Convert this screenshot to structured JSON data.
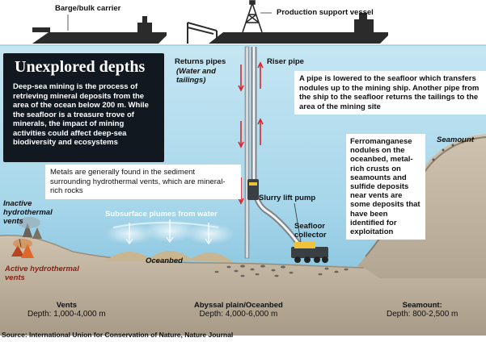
{
  "labels": {
    "barge": "Barge/bulk carrier",
    "vessel": "Production support vessel",
    "returns_pipe": "Returns pipes",
    "returns_pipe_sub": "(Water and tailings)",
    "riser_pipe": "Riser pipe",
    "seamount": "Seamount",
    "inactive_vents": "Inactive hydrothermal vents",
    "active_vents": "Active hydrothermal vents",
    "plumes": "Subsurface plumes from water",
    "slurry_pump": "Slurry lift pump",
    "collector": "Seafloor collector",
    "oceanbed": "Oceanbed"
  },
  "title_panel": {
    "heading": "Unexplored depths",
    "body": "Deep-sea mining is the process of retrieving mineral deposits from the area of the ocean below 200 m. While the seafloor is a treasure trove of minerals, the impact of mining activities could affect deep-sea biodiversity and ecosystems"
  },
  "callouts": {
    "pipe": "A pipe is lowered to the seafloor which transfers nodules up to the mining ship. Another pipe from the ship to the seafloor returns the tailings to the area of the mining site",
    "metals": "Metals are generally found in the sediment surrounding hydrothermal vents, which are mineral-rich rocks",
    "ferro": "Ferromanganese nodules on the oceanbed, metal-rich crusts on seamounts and sulfide deposits near vents are some deposits that have been identified for exploitation"
  },
  "zones": [
    {
      "name": "Vents",
      "depth": "Depth: 1,000-4,000 m"
    },
    {
      "name": "Abyssal plain/Oceanbed",
      "depth": "Depth: 4,000-6,000 m"
    },
    {
      "name": "Seamount:",
      "depth": "Depth: 800-2,500 m"
    }
  ],
  "source": "Source: International Union for Conservation of Nature, Nature Journal",
  "colors": {
    "sea_top": "#bfe3f1",
    "sea_bottom": "#6fb8d6",
    "seabed": "#b9ad9c",
    "panel": "#111820",
    "arrow_red": "#d9262c",
    "ship": "#2b2b2b"
  }
}
